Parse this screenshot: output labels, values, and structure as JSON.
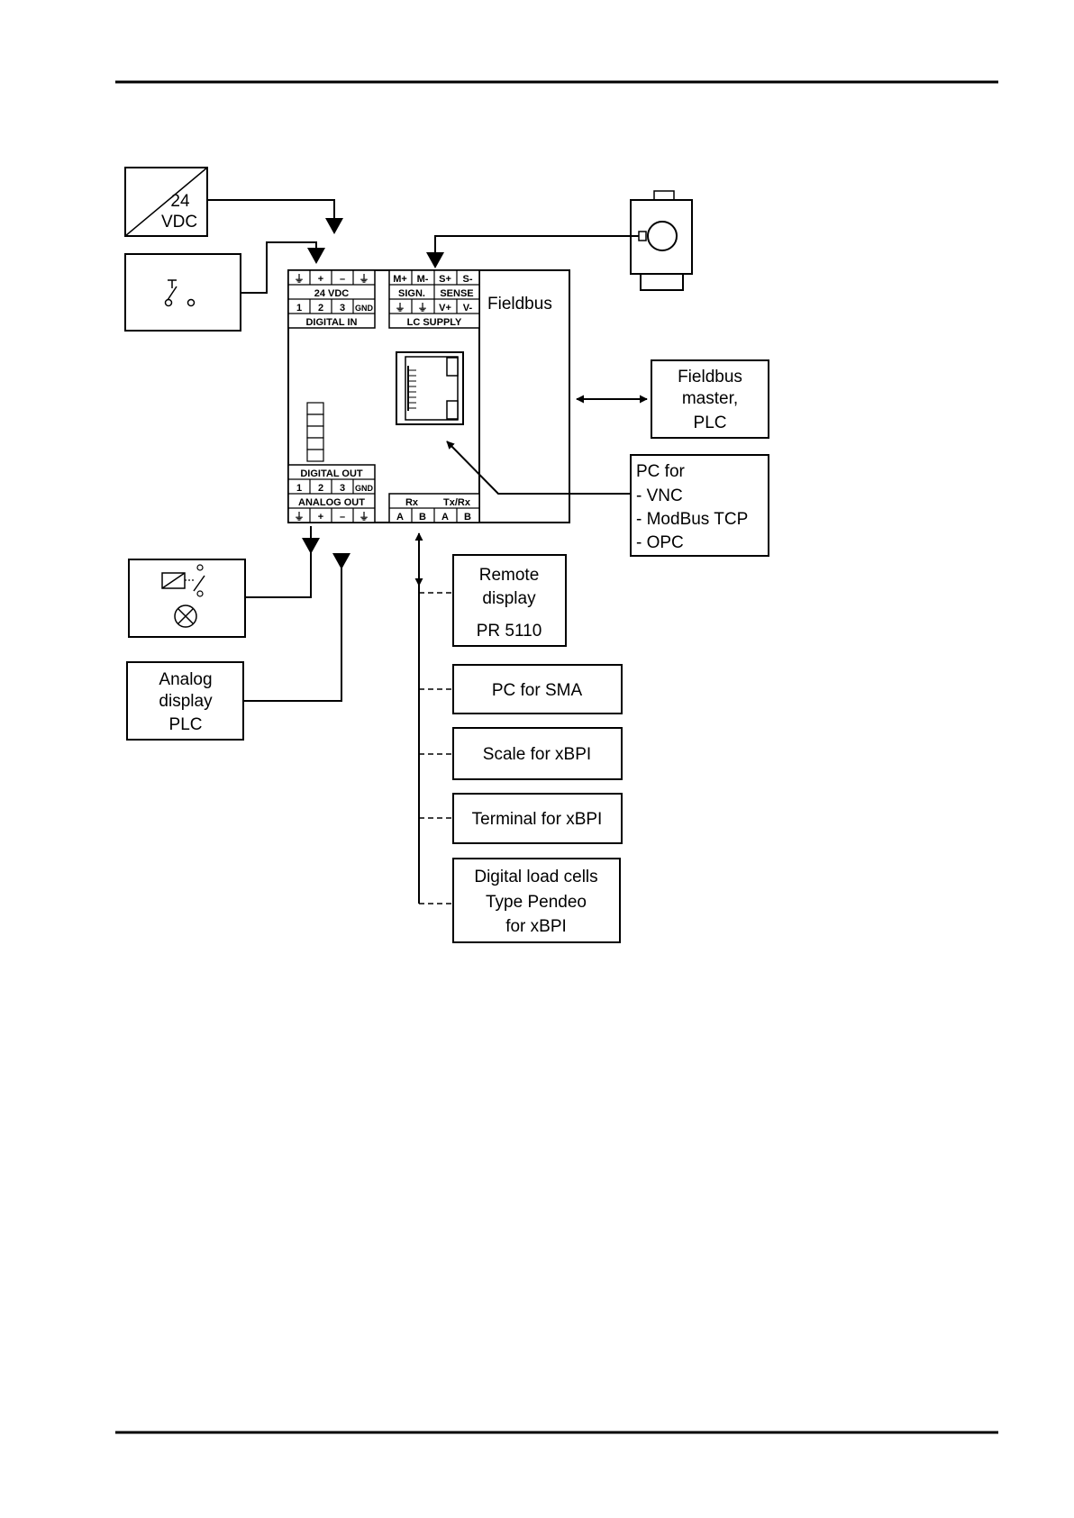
{
  "power_supply": {
    "line1": "24",
    "line2": "VDC"
  },
  "fieldbus_label": "Fieldbus",
  "terminal_left_top": {
    "row1": [
      "⏚",
      "+",
      "–",
      "⏚"
    ],
    "row2": "24 VDC",
    "row3": [
      "1",
      "2",
      "3",
      "GND"
    ],
    "row4": "DIGITAL IN"
  },
  "terminal_right_top": {
    "row1": [
      "M+",
      "M-",
      "S+",
      "S-"
    ],
    "row2": [
      "SIGN.",
      "SENSE"
    ],
    "row3": [
      "⏚",
      "⏚",
      "V+",
      "V-"
    ],
    "row4": "LC SUPPLY"
  },
  "terminal_left_bottom": {
    "row1": "DIGITAL OUT",
    "row2": [
      "1",
      "2",
      "3",
      "GND"
    ],
    "row3": "ANALOG OUT",
    "row4": [
      "⏚",
      "+",
      "–",
      "⏚"
    ]
  },
  "terminal_serial": {
    "row1": [
      "Rx",
      "Tx/Rx"
    ],
    "row2": [
      "A",
      "B",
      "A",
      "B"
    ]
  },
  "fieldbus_master": [
    "Fieldbus",
    "master,",
    "PLC"
  ],
  "pc_box": [
    "PC for",
    " - VNC",
    " - ModBus TCP",
    " - OPC"
  ],
  "analog_display": [
    "Analog",
    "display",
    "PLC"
  ],
  "remote_display": [
    "Remote",
    "display",
    "PR 5110"
  ],
  "pc_sma": "PC for SMA",
  "scale_xbpi": "Scale for xBPI",
  "terminal_xbpi": "Terminal for xBPI",
  "digital_cells": [
    "Digital load cells",
    "Type Pendeo",
    "for xBPI"
  ]
}
